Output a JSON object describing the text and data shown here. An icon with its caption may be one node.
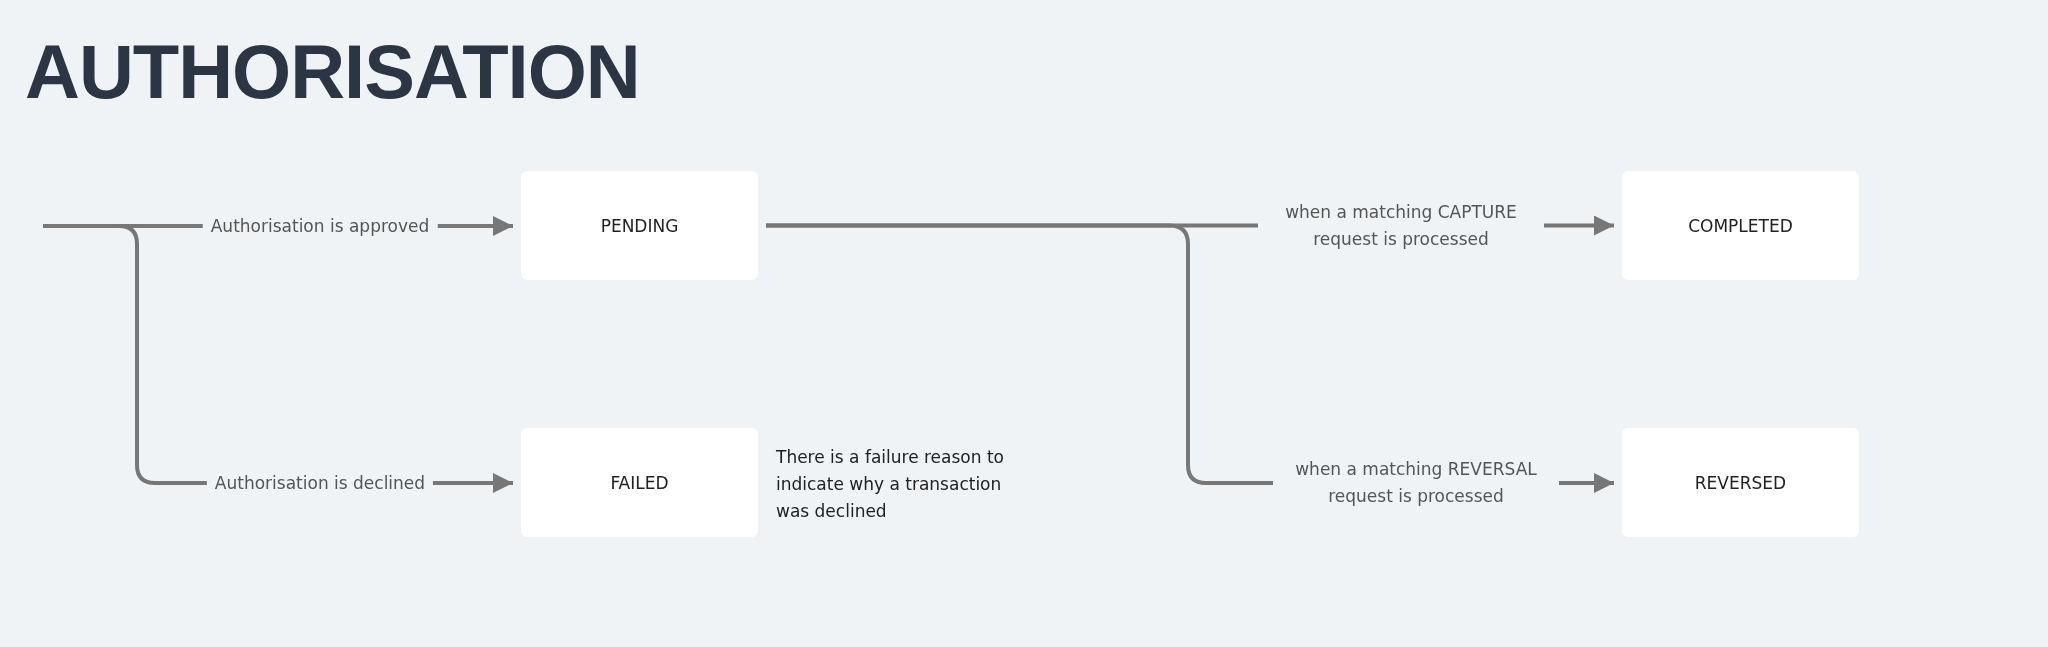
{
  "diagram": {
    "title": "AUTHORISATION",
    "nodes": [
      {
        "text": [
          "PENDING"
        ]
      },
      {
        "text": [
          "COMPLETED"
        ]
      },
      {
        "text": [
          "FAILED"
        ],
        "beside": [
          "There is a failure reason to indicate why a transaction was declined"
        ]
      },
      {
        "text": [
          "REVERSED"
        ]
      }
    ],
    "edges": [
      {
        "from": null,
        "to": 0,
        "arrow": "to",
        "label": "Authorisation is approved"
      },
      {
        "from": null,
        "to": 2,
        "arrow": "to",
        "label": "Authorisation is declined"
      },
      {
        "from": 0,
        "to": 1,
        "arrow": "to",
        "label": "when a matching CAPTURE request is processed"
      },
      {
        "from": 0,
        "to": 3,
        "arrow": "to",
        "label": "when a matching REVERSAL request is processed"
      }
    ]
  }
}
